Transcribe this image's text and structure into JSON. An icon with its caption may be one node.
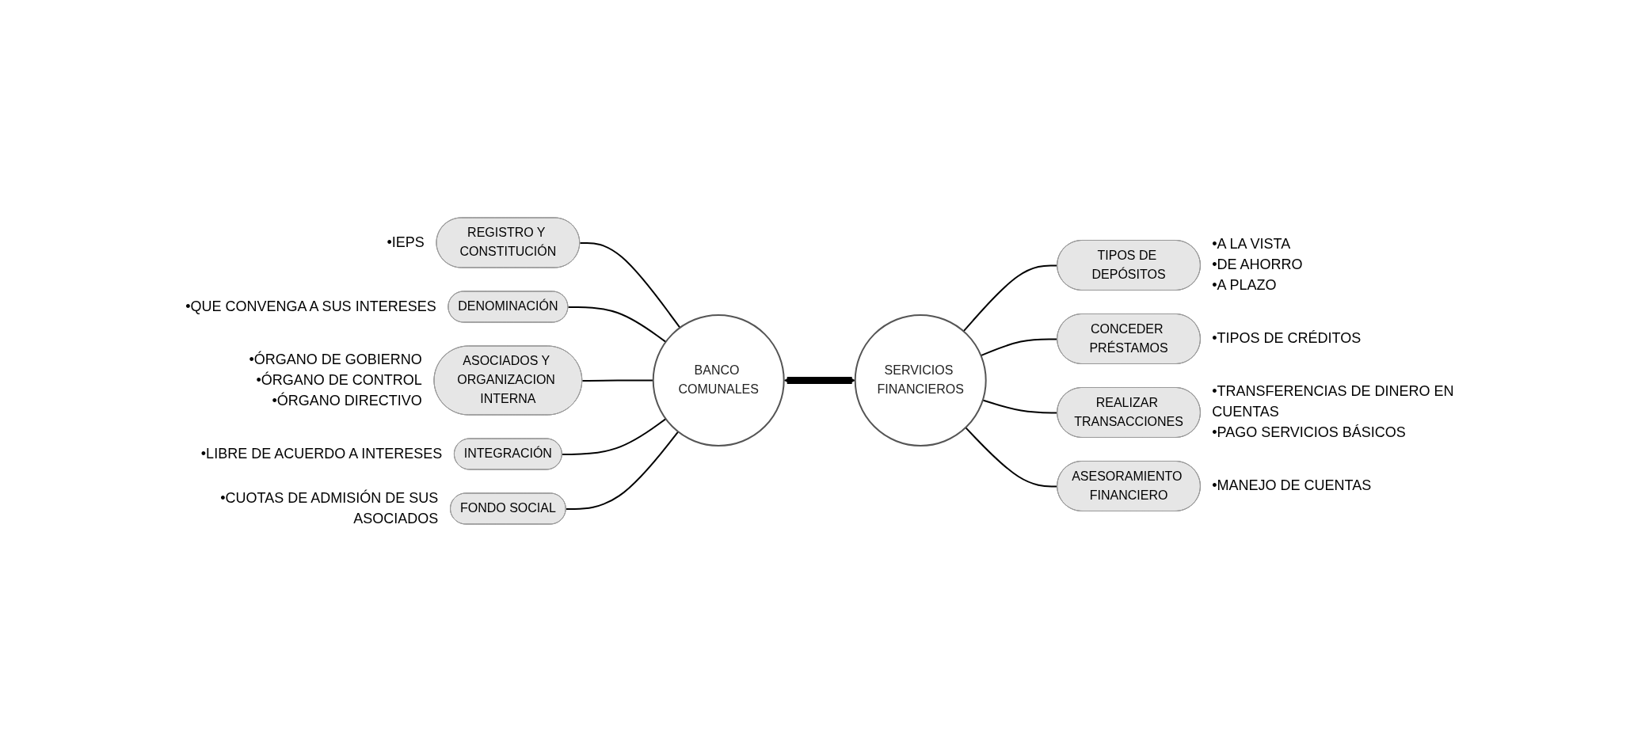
{
  "diagram": {
    "nodes": [
      {
        "text": [
          "REGISTRO Y CONSTITUCIÓN"
        ],
        "beside": [
          "•IEPS"
        ]
      },
      {
        "text": [
          "DENOMINACIÓN"
        ],
        "beside": [
          "•QUE CONVENGA A SUS INTERESES"
        ]
      },
      {
        "text": [
          "ASOCIADOS Y ORGANIZACION INTERNA"
        ],
        "beside": [
          "•ÓRGANO DE GOBIERNO",
          "•ÓRGANO DE CONTROL",
          "•ÓRGANO DIRECTIVO"
        ]
      },
      {
        "text": [
          "INTEGRACIÓN"
        ],
        "beside": [
          "•LIBRE DE ACUERDO A INTERESES"
        ]
      },
      {
        "text": [
          "FONDO SOCIAL"
        ],
        "beside": [
          "•CUOTAS DE ADMISIÓN DE SUS ASOCIADOS"
        ]
      },
      {
        "text": [
          "BANCO COMUNALES"
        ]
      },
      {
        "text": [
          "SERVICIOS FINANCIEROS"
        ]
      },
      {
        "text": [
          "TIPOS DE DEPÓSITOS"
        ],
        "beside": [
          "•A LA VISTA",
          "•DE AHORRO",
          "•A PLAZO"
        ]
      },
      {
        "text": [
          "CONCEDER PRÉSTAMOS"
        ],
        "beside": [
          "•TIPOS DE CRÉDITOS"
        ]
      },
      {
        "text": [
          "REALIZAR TRANSACCIONES"
        ],
        "beside": [
          "•TRANSFERENCIAS DE DINERO EN CUENTAS",
          "•PAGO SERVICIOS BÁSICOS"
        ]
      },
      {
        "text": [
          "ASESORAMIENTO FINANCIERO"
        ],
        "beside": [
          "•MANEJO DE CUENTAS"
        ]
      }
    ],
    "edges": [
      {
        "from": 0,
        "to": 5,
        "arrow": "none"
      },
      {
        "from": 1,
        "to": 5,
        "arrow": "none"
      },
      {
        "from": 2,
        "to": 5,
        "arrow": "none"
      },
      {
        "from": 3,
        "to": 5,
        "arrow": "none"
      },
      {
        "from": 4,
        "to": 5,
        "arrow": "none"
      },
      {
        "from": 5,
        "to": 6,
        "arrow": "both",
        "style": "thick"
      },
      {
        "from": 6,
        "to": 7,
        "arrow": "none"
      },
      {
        "from": 6,
        "to": 8,
        "arrow": "none"
      },
      {
        "from": 6,
        "to": 9,
        "arrow": "none"
      },
      {
        "from": 6,
        "to": 10,
        "arrow": "none"
      }
    ]
  }
}
